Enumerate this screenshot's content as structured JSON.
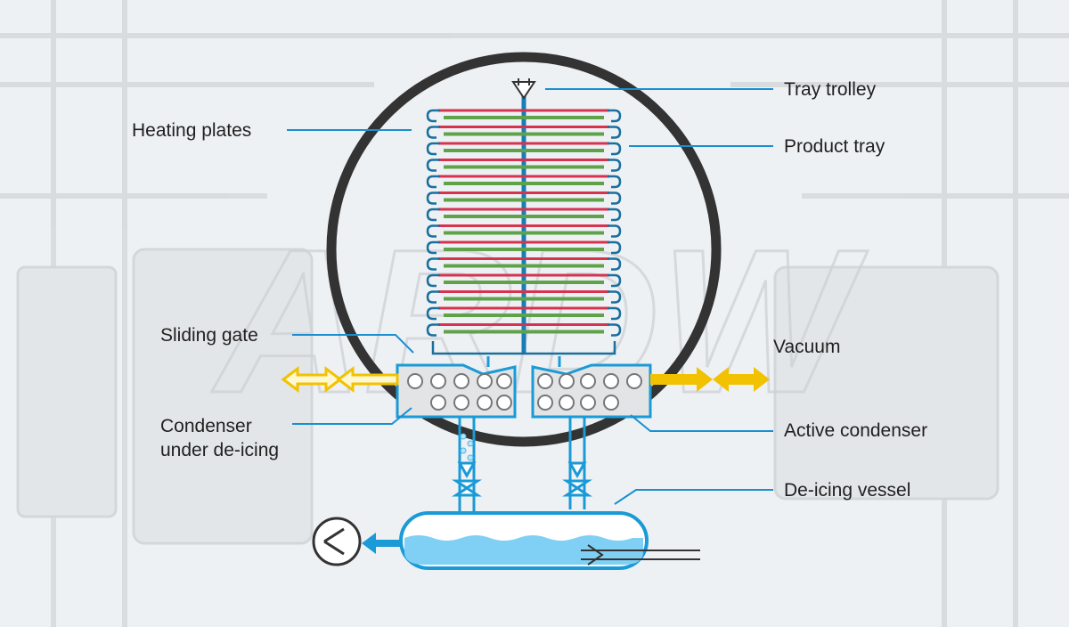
{
  "labels": {
    "tray_trolley": "Tray trolley",
    "heating_plates": "Heating plates",
    "product_tray": "Product tray",
    "sliding_gate": "Sliding gate",
    "vacuum": "Vacuum",
    "condenser_deicing_line1": "Condenser",
    "condenser_deicing_line2": "under de-icing",
    "active_condenser": "Active condenser",
    "deicing_vessel": "De-icing vessel"
  },
  "watermark": "ARDW",
  "colors": {
    "chamber": "#333333",
    "heating_plate": "#d6334f",
    "product_tray": "#5fa24a",
    "pipe": "#1a9ad6",
    "leader_line": "#1a8fd0",
    "vacuum_arrow": "#f2c200",
    "water": "#7fd0f4",
    "condenser_fill": "#e2e4e6"
  },
  "diagram": {
    "plate_count": 14
  }
}
